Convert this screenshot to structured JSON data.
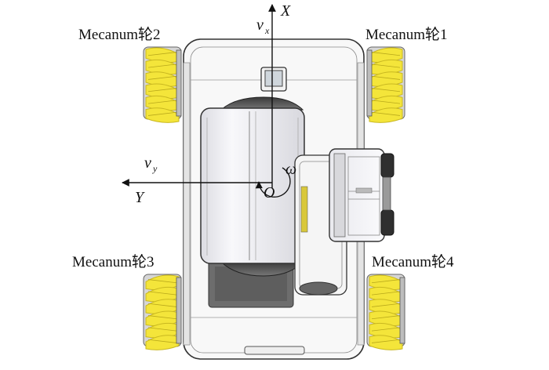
{
  "labels": {
    "wheel_1": "Mecanum轮1",
    "wheel_2": "Mecanum轮2",
    "wheel_3": "Mecanum轮3",
    "wheel_4": "Mecanum轮4"
  },
  "axes": {
    "x_label": "X",
    "y_label": "Y",
    "vx_symbol": "v",
    "vx_subscript": "x",
    "vy_symbol": "v",
    "vy_subscript": "y",
    "omega": "ω",
    "origin": "O"
  },
  "colors": {
    "wheel_yellow": "#f4e53a",
    "wheel_shadow": "#c9b820",
    "body_outline": "#333333",
    "body_fill": "#f7f7f7",
    "cylinder_fill": "#ececf0",
    "dark_gray": "#555555"
  }
}
